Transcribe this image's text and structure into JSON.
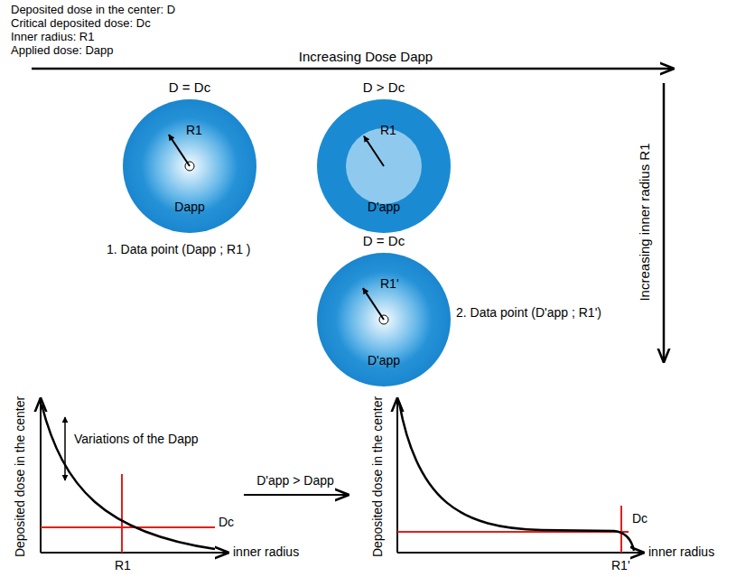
{
  "diagram": {
    "nodes": [
      {
        "text": [
          "D = Dc",
          "R1",
          "Dapp"
        ]
      },
      {
        "text": [
          "D > Dc",
          "R1",
          "D'app"
        ]
      },
      {
        "text": [
          "D = Dc",
          "R1'",
          "D'app"
        ]
      }
    ],
    "labels": [
      "Deposited dose in the center: D",
      "Critical deposited dose: Dc",
      "Inner radius: R1",
      "Applied dose: Dapp",
      "Increasing Dose Dapp",
      "Increasing inner radius R1",
      "1. Data point (Dapp ; R1 )",
      "2. Data point (D'app ; R1')",
      "Deposited dose in the center",
      "Variations of the Dapp",
      "R1",
      "inner radius",
      "Dc",
      "D'app > Dapp",
      "Deposited dose in the center",
      "R1'",
      "inner radius",
      "Dc"
    ]
  }
}
